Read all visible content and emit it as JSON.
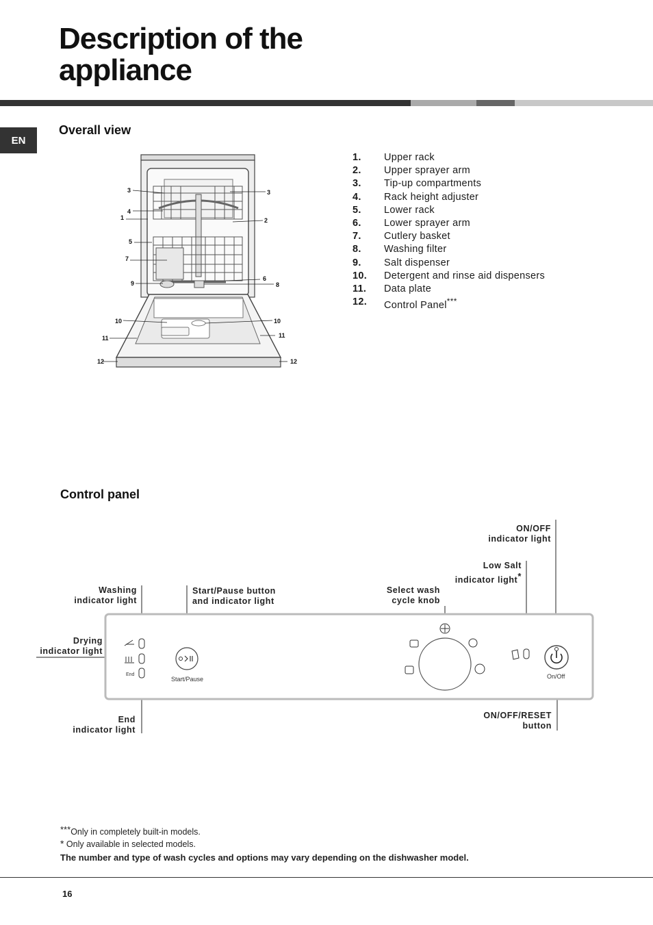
{
  "page": {
    "title": "Description of the appliance",
    "language": "EN",
    "page_number": "16"
  },
  "overall_view": {
    "heading": "Overall view",
    "callouts": [
      "3",
      "3",
      "4",
      "1",
      "2",
      "5",
      "7",
      "9",
      "6",
      "8",
      "10",
      "10",
      "11",
      "11",
      "12",
      "12"
    ],
    "parts": [
      {
        "num": "1.",
        "label": "Upper rack"
      },
      {
        "num": "2.",
        "label": "Upper sprayer arm"
      },
      {
        "num": "3.",
        "label": "Tip-up compartments"
      },
      {
        "num": "4.",
        "label": "Rack height adjuster"
      },
      {
        "num": "5.",
        "label": "Lower rack"
      },
      {
        "num": "6.",
        "label": "Lower sprayer arm"
      },
      {
        "num": "7.",
        "label": "Cutlery basket"
      },
      {
        "num": "8.",
        "label": "Washing filter"
      },
      {
        "num": "9.",
        "label": "Salt dispenser"
      },
      {
        "num": "10.",
        "label": "Detergent and rinse aid dispensers"
      },
      {
        "num": "11.",
        "label": "Data plate"
      },
      {
        "num": "12.",
        "label": "Control Panel",
        "sup": "***"
      }
    ]
  },
  "control_panel": {
    "heading": "Control panel",
    "labels": {
      "washing_1": "Washing",
      "washing_2": "indicator light",
      "drying_1": "Drying",
      "drying_2": "indicator light",
      "end_1": "End",
      "end_2": "indicator light",
      "start_1": "Start/Pause button",
      "start_2": "and indicator light",
      "knob_1": "Select wash",
      "knob_2": "cycle knob",
      "lowsalt_1": "Low Salt",
      "lowsalt_2": "indicator light",
      "lowsalt_sup": "*",
      "onoff_light_1": "ON/OFF",
      "onoff_light_2": "indicator light",
      "onoff_btn_1": "ON/OFF/RESET",
      "onoff_btn_2": "button"
    },
    "panel_text": {
      "end": "End",
      "start_pause": "Start/Pause",
      "on_off": "On/Off"
    }
  },
  "footnotes": {
    "note1_mark": "***",
    "note1": "Only in completely built-in models.",
    "note2_mark": "*",
    "note2": " Only available in selected models.",
    "note3": "The number and type of wash cycles and options may vary depending on the dishwasher model."
  }
}
